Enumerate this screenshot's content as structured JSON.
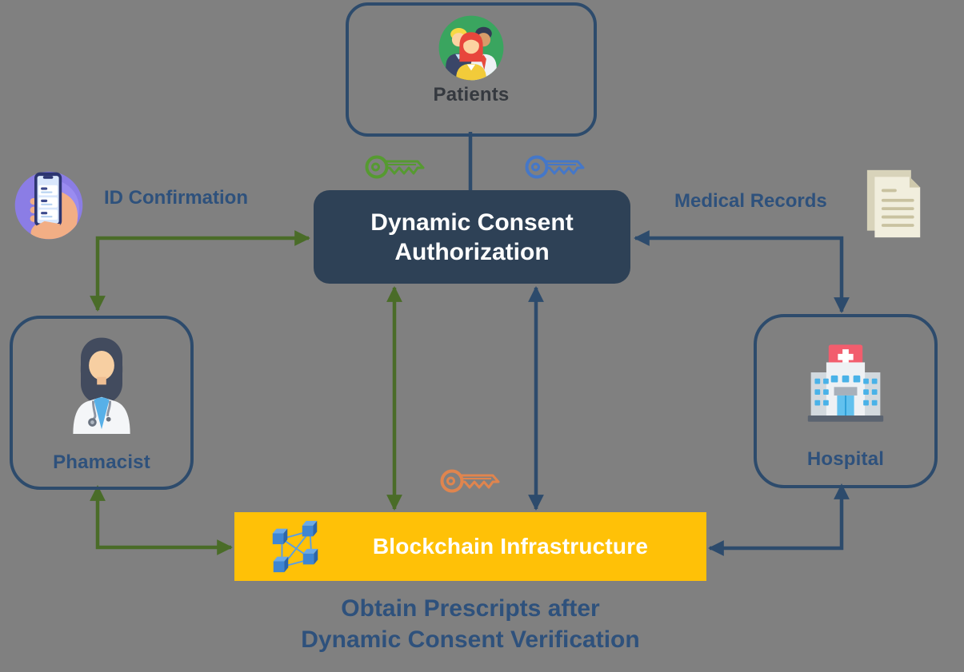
{
  "diagram_title": "Dynamic consent blockchain prescription flow",
  "palette": {
    "background": "#808080",
    "outline_and_blue_arrows": "#2d4b6c",
    "consent_box_fill": "#2e4156",
    "blockchain_box_fill": "#ffc107",
    "green_arrows": "#4a6c28",
    "label_blue": "#2e517c",
    "patients_label_color": "#35393f",
    "key_green": "#569a31",
    "key_blue": "#4577c8",
    "key_orange": "#e0854e"
  },
  "nodes": {
    "patients": {
      "label": "Patients",
      "icon": "patients-people-icon"
    },
    "consent": {
      "line1": "Dynamic Consent",
      "line2": "Authorization"
    },
    "pharmacist": {
      "label": "Phamacist",
      "icon": "pharmacist-woman-icon"
    },
    "hospital": {
      "label": "Hospital",
      "icon": "hospital-building-icon"
    },
    "blockchain": {
      "label": "Blockchain Infrastructure",
      "icon": "blockchain-network-icon"
    }
  },
  "annotations": {
    "id_confirmation": {
      "label": "ID Confirmation",
      "icon": "smartphone-in-hand-icon"
    },
    "medical_records": {
      "label": "Medical Records",
      "icon": "documents-icon"
    },
    "caption": {
      "line1": "Obtain Prescripts after",
      "line2": "Dynamic Consent Verification"
    }
  },
  "keys": [
    {
      "name": "key-green",
      "color": "#569a31",
      "position": "between patients and consent, left"
    },
    {
      "name": "key-blue",
      "color": "#4577c8",
      "position": "between patients and consent, right"
    },
    {
      "name": "key-orange",
      "color": "#e0854e",
      "position": "above blockchain infrastructure"
    }
  ],
  "connectors": [
    {
      "name": "patients-to-consent",
      "color": "#2d4b6c",
      "heads": "none"
    },
    {
      "name": "pharmacist-consent-elbow",
      "color": "#4a6c28",
      "heads": "both"
    },
    {
      "name": "hospital-consent-elbow",
      "color": "#2d4b6c",
      "heads": "both"
    },
    {
      "name": "consent-blockchain-green",
      "color": "#4a6c28",
      "heads": "both"
    },
    {
      "name": "consent-blockchain-blue",
      "color": "#2d4b6c",
      "heads": "both"
    },
    {
      "name": "pharmacist-blockchain-elbow",
      "color": "#4a6c28",
      "heads": "both"
    },
    {
      "name": "hospital-blockchain-elbow",
      "color": "#2d4b6c",
      "heads": "both"
    }
  ]
}
